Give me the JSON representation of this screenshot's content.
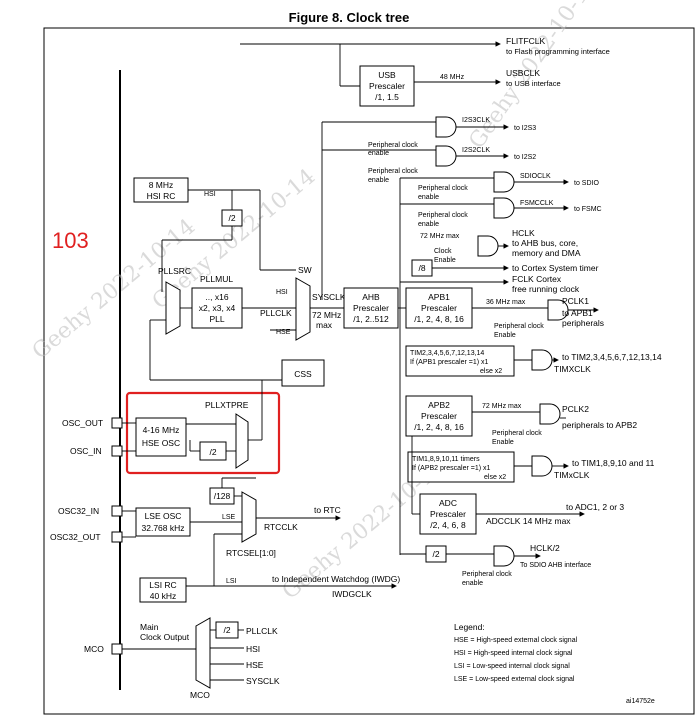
{
  "title": "Figure 8. Clock tree",
  "annotation": "103",
  "watermark": "Geehy 2022-10-14",
  "figure_id": "ai14752e",
  "colors": {
    "highlight": "#e02020",
    "annotation": "#e02020"
  },
  "blocks": {
    "usb_prescaler": [
      "USB",
      "Prescaler",
      "/1, 1.5"
    ],
    "hsi_rc": [
      "8 MHz",
      "HSI RC"
    ],
    "pll": [
      ".., x16",
      "x2, x3, x4",
      "PLL"
    ],
    "ahb": [
      "AHB",
      "Prescaler",
      "/1, 2..512"
    ],
    "apb1": [
      "APB1",
      "Prescaler",
      "/1, 2, 4, 8, 16"
    ],
    "apb2": [
      "APB2",
      "Prescaler",
      "/1, 2, 4, 8, 16"
    ],
    "adc": [
      "ADC",
      "Prescaler",
      "/2, 4, 6, 8"
    ],
    "css": "CSS",
    "hse_osc": [
      "4-16 MHz",
      "HSE OSC"
    ],
    "lse_osc": [
      "LSE OSC",
      "32.768 kHz"
    ],
    "lsi_rc": [
      "LSI RC",
      "40 kHz"
    ],
    "tim2_box": [
      "TIM2,3,4,5,6,7,12,13,14",
      "If (APB1 prescaler =1) x1",
      "else  x2"
    ],
    "tim1_box": [
      "TIM1,8,9,10,11 timers",
      "If (APB2 prescaler =1) x1",
      "else x2"
    ]
  },
  "dividers": {
    "hsi_div2": "/2",
    "hse_div2": "/2",
    "div128": "/128",
    "div8": "/8",
    "sdio_div2": "/2",
    "mco_div2": "/2"
  },
  "labels": {
    "flitfclk": "FLITFCLK",
    "flash_if": "to Flash programming interface",
    "usb_48": "48 MHz",
    "usbclk": "USBCLK",
    "usb_if": "to USB interface",
    "i2s3clk": "I2S3CLK",
    "to_i2s3": "to I2S3",
    "i2s2clk": "I2S2CLK",
    "to_i2s2": "to I2S2",
    "periph_clk": "Peripheral clock",
    "enable": "enable",
    "enable_cap": "Enable",
    "sdioclk": "SDIOCLK",
    "to_sdio": "to SDIO",
    "fsmcclk": "FSMCCLK",
    "to_fsmc": "to FSMC",
    "mhz72max": "72 MHz max",
    "hclk": "HCLK",
    "hclk_desc1": "to AHB bus, core,",
    "hclk_desc2": "memory and DMA",
    "clock": "Clock",
    "to_systimer": "to Cortex System timer",
    "fclk": "FCLK Cortex",
    "fclk_desc": "free running clock",
    "hsi": "HSI",
    "pllsrc": "PLLSRC",
    "pllmul": "PLLMUL",
    "sw": "SW",
    "pllclk": "PLLCLK",
    "hse": "HSE",
    "sysclk": "SYSCLK",
    "sysclk_max1": "72 MHz",
    "sysclk_max2": "max",
    "mhz36max": "36 MHz max",
    "pclk1": "PCLK1",
    "to_apb1": "to APB1",
    "peripherals": "peripherals",
    "tim2_out": "to TIM2,3,4,5,6,7,12,13,14",
    "timxclk": "TIMXCLK",
    "pllxtpre": "PLLXTPRE",
    "pclk2": "PCLK2",
    "to_apb2": "peripherals to APB2",
    "tim1_out": "to TIM1,8,9,10 and 11",
    "timxclk2": "TIMxCLK",
    "to_adc": "to ADC1, 2 or 3",
    "adcclk": "ADCCLK 14 MHz max",
    "hclk2": "HCLK/2",
    "to_sdio_ahb": "To SDIO AHB interface",
    "osc_out": "OSC_OUT",
    "osc_in": "OSC_IN",
    "osc32_in": "OSC32_IN",
    "osc32_out": "OSC32_OUT",
    "lse": "LSE",
    "to_rtc": "to RTC",
    "rtcclk": "RTCCLK",
    "rtcsel": "RTCSEL[1:0]",
    "lsi": "LSI",
    "to_iwdg": "to Independent Watchdog (IWDG)",
    "iwdgclk": "IWDGCLK",
    "mco_pin": "MCO",
    "main_clock": "Main",
    "clock_output": "Clock Output",
    "mco_sel": "MCO"
  },
  "mco_inputs": [
    "PLLCLK",
    "HSI",
    "HSE",
    "SYSCLK"
  ],
  "legend": {
    "title": "Legend:",
    "items": [
      "HSE = High-speed external clock signal",
      "HSI = High-speed internal clock signal",
      "LSI = Low-speed internal clock signal",
      "LSE = Low-speed external clock signal"
    ]
  }
}
